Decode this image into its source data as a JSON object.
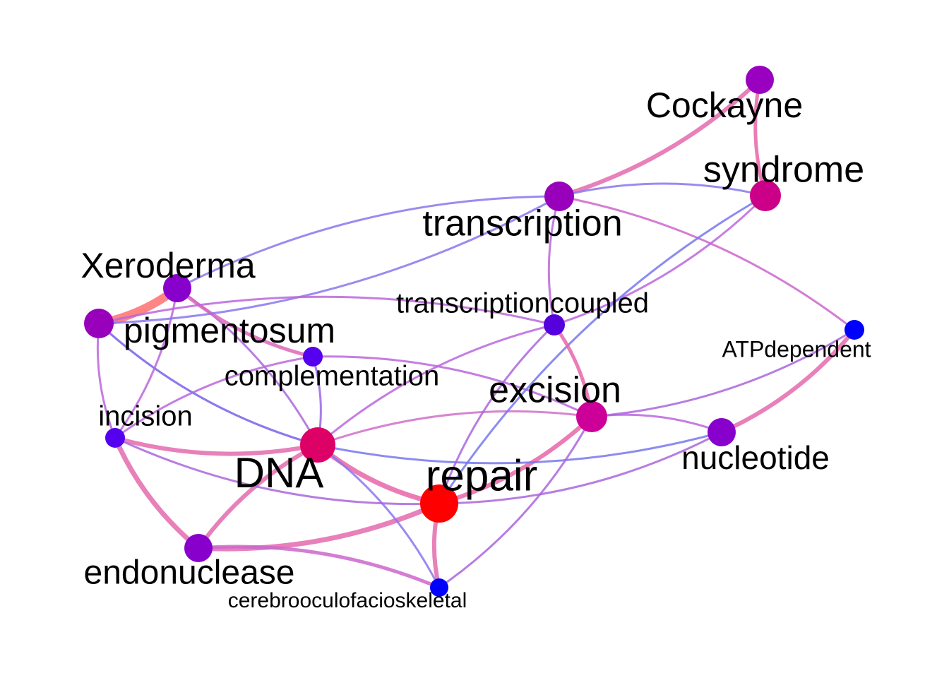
{
  "graph": {
    "nodes": [
      {
        "id": "cockayne",
        "label": "Cockayne",
        "color": "#9900c0"
      },
      {
        "id": "syndrome",
        "label": "syndrome",
        "color": "#cc0088"
      },
      {
        "id": "transcription",
        "label": "transcription",
        "color": "#9900bb"
      },
      {
        "id": "xeroderma",
        "label": "Xeroderma",
        "color": "#8800cc"
      },
      {
        "id": "pigmentosum",
        "label": "pigmentosum",
        "color": "#9900bb"
      },
      {
        "id": "transcriptioncoupled",
        "label": "transcriptioncoupled",
        "color": "#5500dd"
      },
      {
        "id": "atpdependent",
        "label": "ATPdependent",
        "color": "#0000ff"
      },
      {
        "id": "complementation",
        "label": "complementation",
        "color": "#5500ee"
      },
      {
        "id": "excision",
        "label": "excision",
        "color": "#cc0099"
      },
      {
        "id": "incision",
        "label": "incision",
        "color": "#5500ee"
      },
      {
        "id": "nucleotide",
        "label": "nucleotide",
        "color": "#8800cc"
      },
      {
        "id": "dna",
        "label": "DNA",
        "color": "#dd0066"
      },
      {
        "id": "repair",
        "label": "repair",
        "color": "#ff0000"
      },
      {
        "id": "endonuclease",
        "label": "endonuclease",
        "color": "#8800cc"
      },
      {
        "id": "cerebrooculofacioskeletal",
        "label": "cerebrooculofacioskeletal",
        "color": "#0000ff"
      }
    ],
    "edges": [
      {
        "from": "pigmentosum",
        "to": "xeroderma",
        "color": "#ff7070"
      },
      {
        "from": "repair",
        "to": "dna",
        "color": "#e765a8"
      },
      {
        "from": "repair",
        "to": "excision",
        "color": "#e765a8"
      },
      {
        "from": "repair",
        "to": "endonuclease",
        "color": "#e46aae"
      },
      {
        "from": "repair",
        "to": "cerebrooculofacioskeletal",
        "color": "#e46aae"
      },
      {
        "from": "dna",
        "to": "incision",
        "color": "#e46aae"
      },
      {
        "from": "dna",
        "to": "endonuclease",
        "color": "#e46aae"
      },
      {
        "from": "dna",
        "to": "excision",
        "color": "#d070c8"
      },
      {
        "from": "dna",
        "to": "nucleotide",
        "color": "#7777ee"
      },
      {
        "from": "dna",
        "to": "transcriptioncoupled",
        "color": "#bb66dd"
      },
      {
        "from": "dna",
        "to": "complementation",
        "color": "#9966e6"
      },
      {
        "from": "dna",
        "to": "pigmentosum",
        "color": "#9966e6"
      },
      {
        "from": "dna",
        "to": "xeroderma",
        "color": "#aa66dd"
      },
      {
        "from": "dna",
        "to": "cerebrooculofacioskeletal",
        "color": "#8877ee"
      },
      {
        "from": "incision",
        "to": "endonuclease",
        "color": "#e46aae"
      },
      {
        "from": "incision",
        "to": "pigmentosum",
        "color": "#bb66dd"
      },
      {
        "from": "incision",
        "to": "xeroderma",
        "color": "#bb66dd"
      },
      {
        "from": "incision",
        "to": "complementation",
        "color": "#bb66dd"
      },
      {
        "from": "incision",
        "to": "repair",
        "color": "#aa66dd"
      },
      {
        "from": "endonuclease",
        "to": "cerebrooculofacioskeletal",
        "color": "#cc66cc"
      },
      {
        "from": "xeroderma",
        "to": "complementation",
        "color": "#dd66bb"
      },
      {
        "from": "xeroderma",
        "to": "transcription",
        "color": "#8877ee"
      },
      {
        "from": "pigmentosum",
        "to": "transcription",
        "color": "#8877ee"
      },
      {
        "from": "pigmentosum",
        "to": "transcriptioncoupled",
        "color": "#bb66dd"
      },
      {
        "from": "pigmentosum",
        "to": "dna",
        "color": "#8877ee"
      },
      {
        "from": "complementation",
        "to": "excision",
        "color": "#bb66dd"
      },
      {
        "from": "transcription",
        "to": "cockayne",
        "color": "#e46aae"
      },
      {
        "from": "transcription",
        "to": "syndrome",
        "color": "#8877ee"
      },
      {
        "from": "transcription",
        "to": "transcriptioncoupled",
        "color": "#bb66dd"
      },
      {
        "from": "transcription",
        "to": "atpdependent",
        "color": "#cc66cc"
      },
      {
        "from": "cockayne",
        "to": "syndrome",
        "color": "#e765a8"
      },
      {
        "from": "syndrome",
        "to": "transcriptioncoupled",
        "color": "#bb66dd"
      },
      {
        "from": "syndrome",
        "to": "repair",
        "color": "#7777ee"
      },
      {
        "from": "transcriptioncoupled",
        "to": "excision",
        "color": "#e765a8"
      },
      {
        "from": "transcriptioncoupled",
        "to": "repair",
        "color": "#aa66dd"
      },
      {
        "from": "excision",
        "to": "nucleotide",
        "color": "#bb66dd"
      },
      {
        "from": "excision",
        "to": "atpdependent",
        "color": "#aa66dd"
      },
      {
        "from": "excision",
        "to": "cerebrooculofacioskeletal",
        "color": "#aa66dd"
      },
      {
        "from": "nucleotide",
        "to": "atpdependent",
        "color": "#e46aae"
      },
      {
        "from": "nucleotide",
        "to": "repair",
        "color": "#aa66dd"
      }
    ]
  }
}
